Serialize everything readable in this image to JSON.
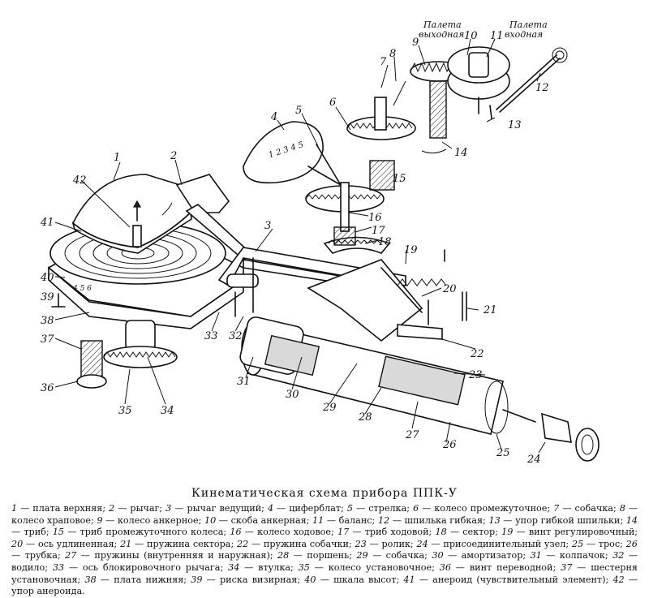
{
  "diagram": {
    "labels": {
      "l1": "1",
      "l2": "2",
      "l3": "3",
      "l4": "4",
      "l5": "5",
      "l6": "6",
      "l7": "7",
      "l8": "8",
      "l9": "9",
      "l10": "10",
      "l11": "11",
      "l12": "12",
      "l13": "13",
      "l14": "14",
      "l15": "15",
      "l16": "16",
      "l17": "17",
      "l18": "18",
      "l19": "19",
      "l20": "20",
      "l21": "21",
      "l22": "22",
      "l23": "23",
      "l24": "24",
      "l25": "25",
      "l26": "26",
      "l27": "27",
      "l28": "28",
      "l29": "29",
      "l30": "30",
      "l31": "31",
      "l32": "32",
      "l33": "33",
      "l34": "34",
      "l35": "35",
      "l36": "36",
      "l37": "37",
      "l38": "38",
      "l39": "39",
      "l40": "40",
      "l41": "41",
      "l42": "42"
    },
    "pallet_out_line1": "Палета",
    "pallet_out_line2": "выходная",
    "pallet_in_line1": "Палета",
    "pallet_in_line2": "входная",
    "dial_numbers": "1 2 3 4 5",
    "plate_marks": "4     5     6"
  },
  "caption": "Кинематическая схема прибора ППК-У",
  "legend": [
    {
      "num": "1",
      "text": "плата верхняя;"
    },
    {
      "num": "2",
      "text": "рычаг;"
    },
    {
      "num": "3",
      "text": "рычаг ведущий;"
    },
    {
      "num": "4",
      "text": "циферблат;"
    },
    {
      "num": "5",
      "text": "стрелка;"
    },
    {
      "num": "6",
      "text": "колесо промежуточное;"
    },
    {
      "num": "7",
      "text": "собачка;"
    },
    {
      "num": "8",
      "text": "колесо храповое;"
    },
    {
      "num": "9",
      "text": "колесо анкерное;"
    },
    {
      "num": "10",
      "text": "скоба анкерная;"
    },
    {
      "num": "11",
      "text": "баланс;"
    },
    {
      "num": "12",
      "text": "шпилька гибкая;"
    },
    {
      "num": "13",
      "text": "упор гибкой шпильки;"
    },
    {
      "num": "14",
      "text": "триб;"
    },
    {
      "num": "15",
      "text": "триб промежуточного колеса;"
    },
    {
      "num": "16",
      "text": "колесо ходовое;"
    },
    {
      "num": "17",
      "text": "триб ходовой;"
    },
    {
      "num": "18",
      "text": "сектор;"
    },
    {
      "num": "19",
      "text": "винт регулировочный;"
    },
    {
      "num": "20",
      "text": "ось удлиненная;"
    },
    {
      "num": "21",
      "text": "пружина сектора;"
    },
    {
      "num": "22",
      "text": "пружина собачки;"
    },
    {
      "num": "23",
      "text": "ролик;"
    },
    {
      "num": "24",
      "text": "присоединительный узел;"
    },
    {
      "num": "25",
      "text": "трос;"
    },
    {
      "num": "26",
      "text": "трубка;"
    },
    {
      "num": "27",
      "text": "пружины (внутренняя и наружная);"
    },
    {
      "num": "28",
      "text": "поршень;"
    },
    {
      "num": "29",
      "text": "собачка;"
    },
    {
      "num": "30",
      "text": "амортизатор;"
    },
    {
      "num": "31",
      "text": "колпачок;"
    },
    {
      "num": "32",
      "text": "водило;"
    },
    {
      "num": "33",
      "text": "ось блокировочного рычага;"
    },
    {
      "num": "34",
      "text": "втулка;"
    },
    {
      "num": "35",
      "text": "колесо установочное;"
    },
    {
      "num": "36",
      "text": "винт переводной;"
    },
    {
      "num": "37",
      "text": "шестерня установочная;"
    },
    {
      "num": "38",
      "text": "плата нижняя;"
    },
    {
      "num": "39",
      "text": "риска визирная;"
    },
    {
      "num": "40",
      "text": "шкала высот;"
    },
    {
      "num": "41",
      "text": "анероид (чувствительный элемент);"
    },
    {
      "num": "42",
      "text": "упор анероида."
    }
  ]
}
